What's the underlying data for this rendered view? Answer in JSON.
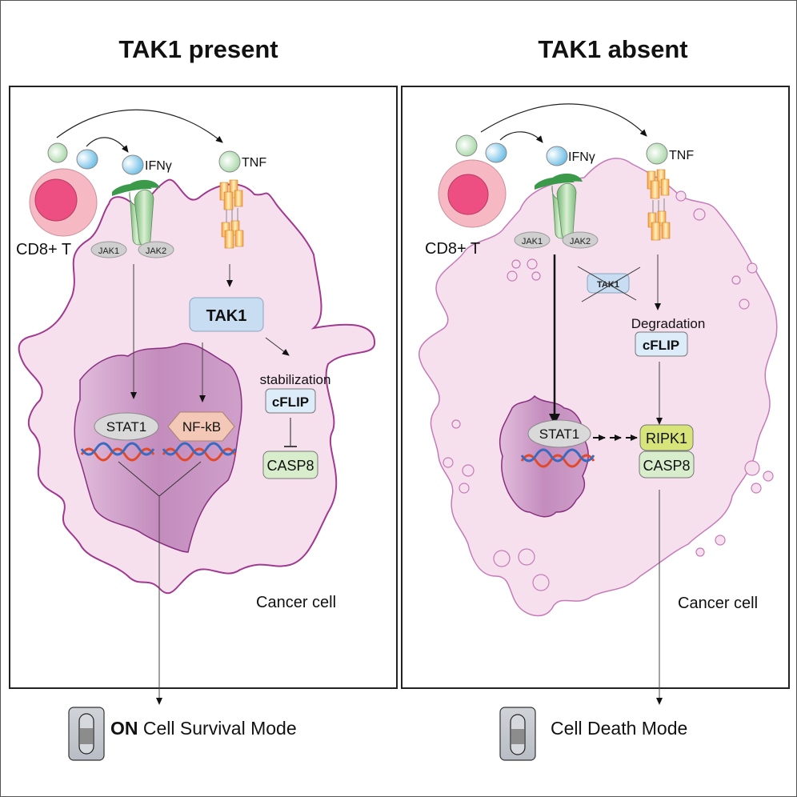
{
  "left_panel": {
    "title": "TAK1 present",
    "t_cell_label": "CD8+ T",
    "ifn_label": "IFNγ",
    "tnf_label": "TNF",
    "jak1": "JAK1",
    "jak2": "JAK2",
    "tak1": "TAK1",
    "stabilization": "stabilization",
    "cflip": "cFLIP",
    "casp8": "CASP8",
    "stat1": "STAT1",
    "nfkb": "NF-kB",
    "cell_label": "Cancer cell",
    "mode_on": "ON",
    "mode_text": "Cell Survival Mode"
  },
  "right_panel": {
    "title": "TAK1 absent",
    "t_cell_label": "CD8+ T",
    "ifn_label": "IFNγ",
    "tnf_label": "TNF",
    "jak1": "JAK1",
    "jak2": "JAK2",
    "tak1": "TAK1",
    "degradation": "Degradation",
    "cflip": "cFLIP",
    "ripk1": "RIPK1",
    "casp8": "CASP8",
    "stat1": "STAT1",
    "cell_label": "Cancer cell",
    "mode_text": "Cell Death Mode"
  },
  "colors": {
    "cell_fill": "#f7e0ee",
    "cell_stroke": "#a03a90",
    "nucleus": "#c994c4",
    "tak1_box": "#c8dcf2",
    "cflip_box": "#dcecf8",
    "casp8_box": "#d8edcc",
    "ripk1_box": "#d6e47a",
    "nfkb": "#f3c8b6",
    "stat1": "#d9d9d9"
  }
}
